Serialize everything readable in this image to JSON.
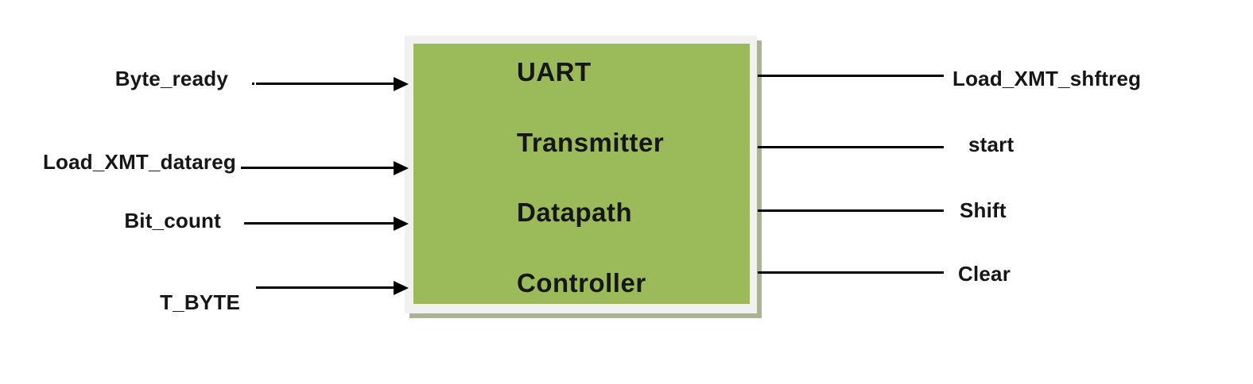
{
  "diagram": {
    "block": {
      "title_lines": [
        "UART",
        "Transmitter",
        "Datapath",
        "Controller"
      ],
      "fill_color": "#9bba59",
      "frame_color": "#f1f1f1",
      "shadow_color": "#a9b492",
      "text_color": "#161616"
    },
    "inputs": [
      {
        "label": "Byte_ready"
      },
      {
        "label": "Load_XMT_datareg"
      },
      {
        "label": "Bit_count"
      },
      {
        "label": "T_BYTE"
      }
    ],
    "outputs": [
      {
        "label": "Load_XMT_shftreg"
      },
      {
        "label": "start"
      },
      {
        "label": "Shift"
      },
      {
        "label": "Clear"
      }
    ],
    "line_color": "#000000"
  }
}
